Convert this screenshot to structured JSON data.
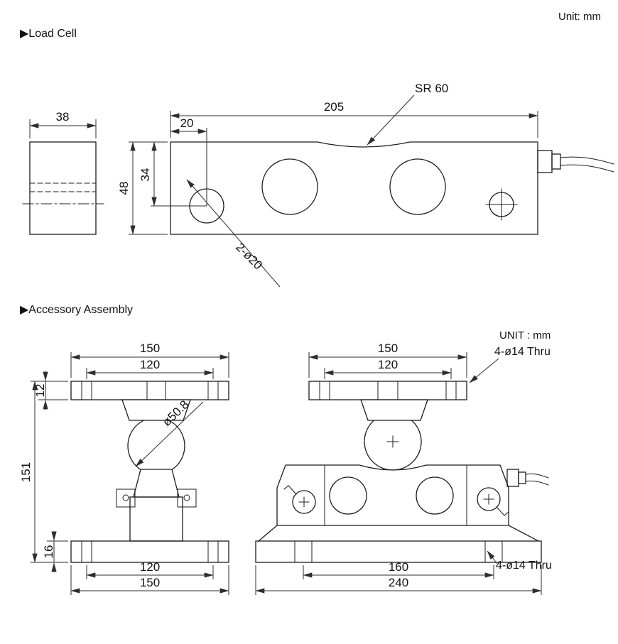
{
  "page": {
    "unit_note": "Unit: mm",
    "load_cell_title": "▶Load Cell",
    "assembly_title": "▶Accessory Assembly"
  },
  "load_cell": {
    "side_width": "38",
    "total_length": "205",
    "spherical_radius": "SR 60",
    "hole_offset": "20",
    "height": "48",
    "hole_center_height": "34",
    "holes_label": "2-ø20"
  },
  "assembly_left": {
    "top_plate_width": "150",
    "top_bolt_spacing": "120",
    "top_plate_thickness": "12",
    "ball_diameter": "ø50.8",
    "total_height": "151",
    "base_plate_thickness": "16",
    "bottom_bolt_spacing": "120",
    "bottom_plate_width": "150"
  },
  "assembly_right": {
    "top_plate_width": "150",
    "top_bolt_spacing": "120",
    "unit_note": "UNIT : mm",
    "top_holes_label": "4-ø14 Thru",
    "base_bolt_spacing": "160",
    "base_width": "240",
    "base_holes_label": "4-ø14 Thru"
  }
}
